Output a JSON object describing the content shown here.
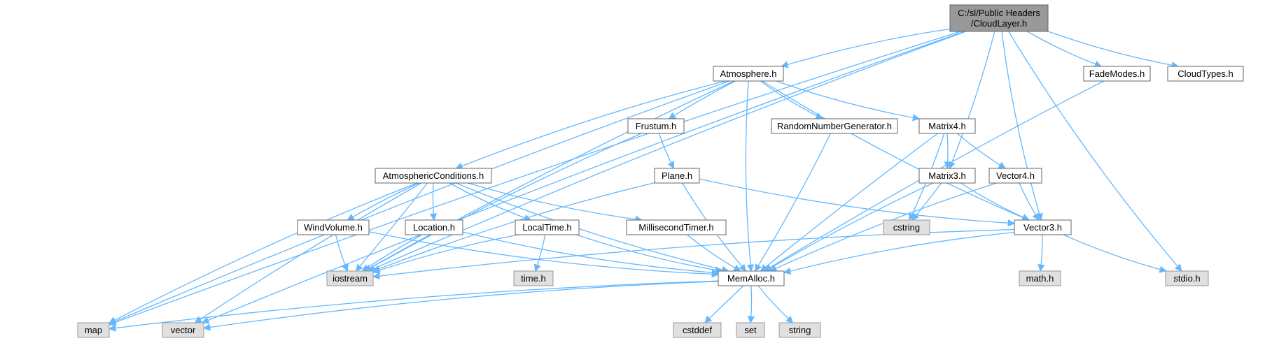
{
  "graph": {
    "nodes": [
      {
        "id": "cloudlayer",
        "lines": [
          "C:/sl/Public Headers",
          "/CloudLayer.h"
        ],
        "kind": "root"
      },
      {
        "id": "atmosphere",
        "lines": [
          "Atmosphere.h"
        ],
        "kind": "file"
      },
      {
        "id": "fademodes",
        "lines": [
          "FadeModes.h"
        ],
        "kind": "file"
      },
      {
        "id": "cloudtypes",
        "lines": [
          "CloudTypes.h"
        ],
        "kind": "file"
      },
      {
        "id": "frustum",
        "lines": [
          "Frustum.h"
        ],
        "kind": "file"
      },
      {
        "id": "rng",
        "lines": [
          "RandomNumberGenerator.h"
        ],
        "kind": "file"
      },
      {
        "id": "matrix4",
        "lines": [
          "Matrix4.h"
        ],
        "kind": "file"
      },
      {
        "id": "atmcond",
        "lines": [
          "AtmosphericConditions.h"
        ],
        "kind": "file"
      },
      {
        "id": "plane",
        "lines": [
          "Plane.h"
        ],
        "kind": "file"
      },
      {
        "id": "matrix3",
        "lines": [
          "Matrix3.h"
        ],
        "kind": "file"
      },
      {
        "id": "vector4",
        "lines": [
          "Vector4.h"
        ],
        "kind": "file"
      },
      {
        "id": "windvolume",
        "lines": [
          "WindVolume.h"
        ],
        "kind": "file"
      },
      {
        "id": "location",
        "lines": [
          "Location.h"
        ],
        "kind": "file"
      },
      {
        "id": "localtime",
        "lines": [
          "LocalTime.h"
        ],
        "kind": "file"
      },
      {
        "id": "millitimer",
        "lines": [
          "MillisecondTimer.h"
        ],
        "kind": "file"
      },
      {
        "id": "cstring",
        "lines": [
          "cstring"
        ],
        "kind": "system"
      },
      {
        "id": "vector3",
        "lines": [
          "Vector3.h"
        ],
        "kind": "file"
      },
      {
        "id": "iostream",
        "lines": [
          "iostream"
        ],
        "kind": "system"
      },
      {
        "id": "timeh",
        "lines": [
          "time.h"
        ],
        "kind": "system"
      },
      {
        "id": "memalloc",
        "lines": [
          "MemAlloc.h"
        ],
        "kind": "file"
      },
      {
        "id": "mathh",
        "lines": [
          "math.h"
        ],
        "kind": "system"
      },
      {
        "id": "stdioh",
        "lines": [
          "stdio.h"
        ],
        "kind": "system"
      },
      {
        "id": "map",
        "lines": [
          "map"
        ],
        "kind": "system"
      },
      {
        "id": "vector",
        "lines": [
          "vector"
        ],
        "kind": "system"
      },
      {
        "id": "cstddef",
        "lines": [
          "cstddef"
        ],
        "kind": "system"
      },
      {
        "id": "set",
        "lines": [
          "set"
        ],
        "kind": "system"
      },
      {
        "id": "string",
        "lines": [
          "string"
        ],
        "kind": "system"
      }
    ],
    "edges": [
      [
        "cloudlayer",
        "atmosphere"
      ],
      [
        "cloudlayer",
        "fademodes"
      ],
      [
        "cloudlayer",
        "cloudtypes"
      ],
      [
        "cloudlayer",
        "matrix3"
      ],
      [
        "cloudlayer",
        "vector3"
      ],
      [
        "cloudlayer",
        "stdioh"
      ],
      [
        "cloudlayer",
        "map"
      ],
      [
        "cloudlayer",
        "vector"
      ],
      [
        "cloudlayer",
        "iostream"
      ],
      [
        "atmosphere",
        "frustum"
      ],
      [
        "atmosphere",
        "rng"
      ],
      [
        "atmosphere",
        "matrix4"
      ],
      [
        "atmosphere",
        "atmcond"
      ],
      [
        "atmosphere",
        "vector3"
      ],
      [
        "atmosphere",
        "memalloc"
      ],
      [
        "atmosphere",
        "iostream"
      ],
      [
        "atmosphere",
        "map"
      ],
      [
        "fademodes",
        "memalloc"
      ],
      [
        "frustum",
        "plane"
      ],
      [
        "frustum",
        "iostream"
      ],
      [
        "rng",
        "memalloc"
      ],
      [
        "matrix4",
        "matrix3"
      ],
      [
        "matrix4",
        "vector4"
      ],
      [
        "matrix4",
        "cstring"
      ],
      [
        "matrix4",
        "memalloc"
      ],
      [
        "atmcond",
        "windvolume"
      ],
      [
        "atmcond",
        "location"
      ],
      [
        "atmcond",
        "localtime"
      ],
      [
        "atmcond",
        "millitimer"
      ],
      [
        "atmcond",
        "memalloc"
      ],
      [
        "atmcond",
        "iostream"
      ],
      [
        "atmcond",
        "map"
      ],
      [
        "atmcond",
        "vector"
      ],
      [
        "plane",
        "vector3"
      ],
      [
        "plane",
        "memalloc"
      ],
      [
        "plane",
        "iostream"
      ],
      [
        "matrix3",
        "vector3"
      ],
      [
        "matrix3",
        "cstring"
      ],
      [
        "matrix3",
        "memalloc"
      ],
      [
        "vector4",
        "vector3"
      ],
      [
        "vector4",
        "memalloc"
      ],
      [
        "windvolume",
        "iostream"
      ],
      [
        "windvolume",
        "memalloc"
      ],
      [
        "location",
        "iostream"
      ],
      [
        "location",
        "memalloc"
      ],
      [
        "localtime",
        "iostream"
      ],
      [
        "localtime",
        "timeh"
      ],
      [
        "localtime",
        "memalloc"
      ],
      [
        "millitimer",
        "memalloc"
      ],
      [
        "vector3",
        "memalloc"
      ],
      [
        "vector3",
        "mathh"
      ],
      [
        "vector3",
        "stdioh"
      ],
      [
        "vector3",
        "iostream"
      ],
      [
        "memalloc",
        "map"
      ],
      [
        "memalloc",
        "vector"
      ],
      [
        "memalloc",
        "cstddef"
      ],
      [
        "memalloc",
        "set"
      ],
      [
        "memalloc",
        "string"
      ]
    ],
    "colors": {
      "edge": "#63b8ff",
      "root_fill": "#999999",
      "root_border": "#666666",
      "file_fill": "#ffffff",
      "file_border": "#666666",
      "system_fill": "#e0e0e0",
      "system_border": "#999999",
      "text": "#000000"
    }
  }
}
